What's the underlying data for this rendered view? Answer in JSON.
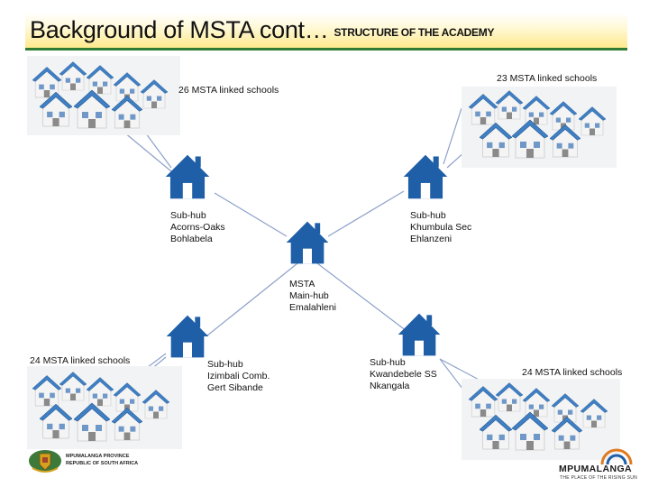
{
  "title": {
    "main": "Background of MSTA cont…",
    "sub": "STRUCTURE OF THE ACADEMY"
  },
  "clusters": {
    "top_left": "26 MSTA linked schools",
    "top_right": "23 MSTA linked schools",
    "bottom_left": "24 MSTA linked schools",
    "bottom_right": "24 MSTA linked schools"
  },
  "subhubs": {
    "top_left": [
      "Sub-hub",
      "Acorns-Oaks",
      "Bohlabela"
    ],
    "top_right": [
      "Sub-hub",
      "Khumbula Sec",
      "Ehlanzeni"
    ],
    "bottom_left": [
      "Sub-hub",
      "Izimbali Comb.",
      "Gert Sibande"
    ],
    "bottom_right": [
      "Sub-hub",
      "Kwandebele SS",
      "Nkangala"
    ]
  },
  "main_hub": [
    "MSTA",
    "Main-hub",
    "Emalahleni"
  ],
  "logos": {
    "left": [
      "MPUMALANGA PROVINCE",
      "REPUBLIC OF SOUTH AFRICA"
    ],
    "right": [
      "MPUMALANGA",
      "THE PLACE OF THE RISING SUN"
    ]
  },
  "colors": {
    "hub_blue": "#1f5fa8",
    "connector": "#8ea1c9",
    "title_green": "#2e7d32",
    "title_gold": "#fde98a",
    "roof_blue": "#3f7fc4"
  },
  "icons": [
    "house-hub-icon",
    "school-cluster-icon",
    "coat-of-arms-icon",
    "sun-logo-icon"
  ]
}
